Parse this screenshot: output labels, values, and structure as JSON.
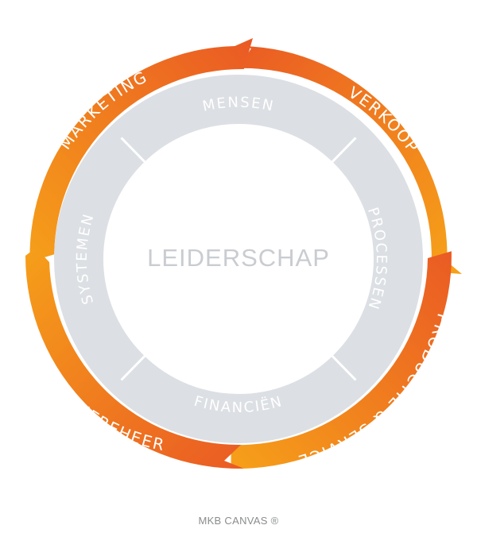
{
  "diagram": {
    "center_label": "LEIDERSCHAP",
    "outer_arrows": [
      {
        "id": "marketing",
        "label": "MARKETING"
      },
      {
        "id": "verkoop",
        "label": "VERKOOP"
      },
      {
        "id": "productie",
        "label": "PRODUCTIE & SERVICE"
      },
      {
        "id": "relatiebeheer",
        "label": "RELATIEBEHEER"
      }
    ],
    "inner_segments": [
      {
        "id": "mensen",
        "label": "MENSEN"
      },
      {
        "id": "processen",
        "label": "PROCESSEN"
      },
      {
        "id": "financien",
        "label": "FINANCIËN"
      },
      {
        "id": "systemen",
        "label": "SYSTEMEN"
      }
    ]
  },
  "caption": "MKB CANVAS ®",
  "colors": {
    "orange_dark": "#ea5a24",
    "orange_light": "#f6a019",
    "inner_ring": "#dcdfe3",
    "separator": "#ffffff",
    "inner_text": "#ffffff",
    "center_text": "#c9ccd0",
    "caption_text": "#8a8c8e"
  }
}
